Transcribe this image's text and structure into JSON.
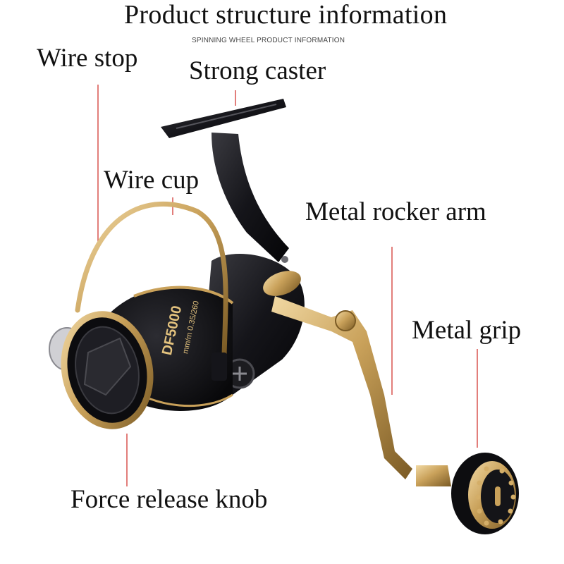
{
  "title": "Product structure information",
  "subtitle": "SPINNING WHEEL PRODUCT INFORMATION",
  "callouts": {
    "wire_stop": "Wire stop",
    "strong_caster": "Strong caster",
    "wire_cup": "Wire cup",
    "metal_rocker_arm": "Metal rocker arm",
    "metal_grip": "Metal grip",
    "force_release_knob": "Force release knob"
  },
  "spool_text": {
    "model": "DF5000",
    "line_spec": "mm/m 0.35/260"
  },
  "colors": {
    "leader_line": "#d9534f",
    "reel_body": "#15151a",
    "gold": "#c9a15a",
    "gold_dark": "#8a6a2e"
  }
}
